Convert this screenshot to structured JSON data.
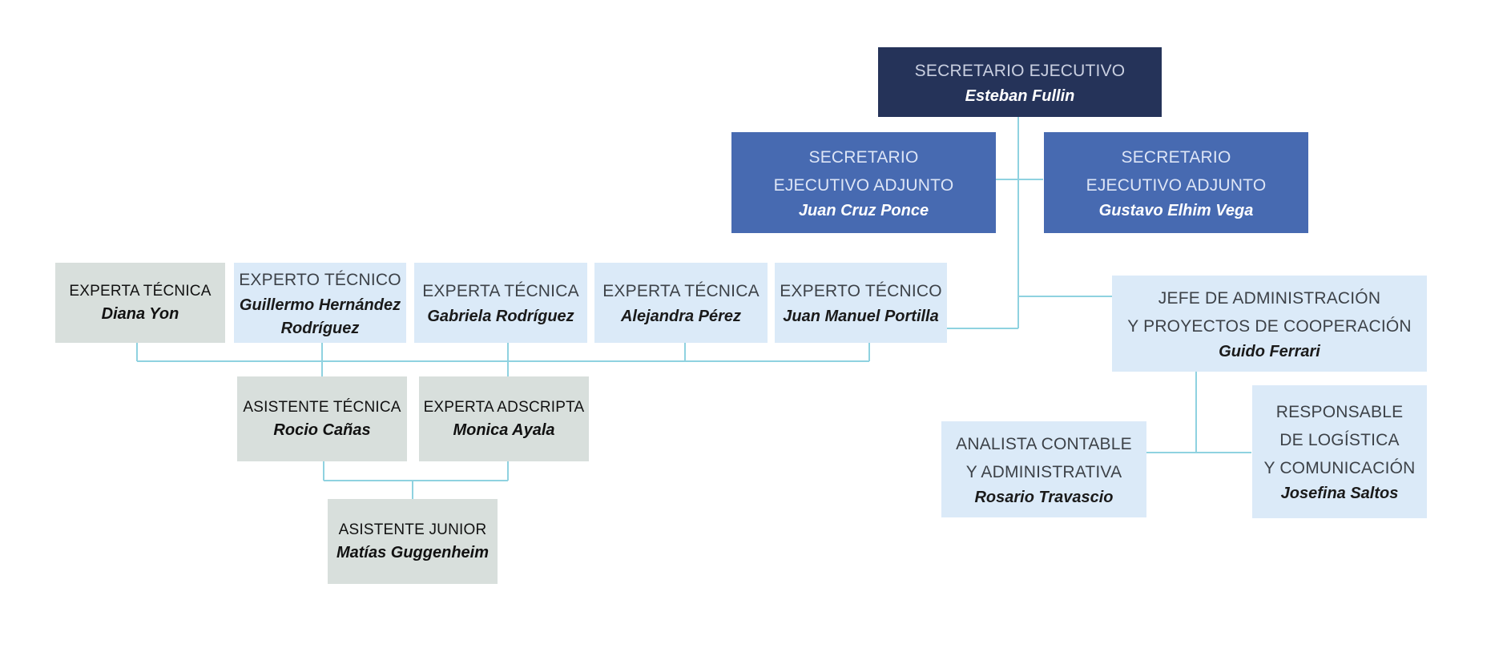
{
  "org": {
    "secretario_ejecutivo": {
      "role": [
        "SECRETARIO EJECUTIVO"
      ],
      "name": [
        "Esteban Fullin"
      ]
    },
    "adjunto_1": {
      "role": [
        "SECRETARIO",
        "EJECUTIVO ADJUNTO"
      ],
      "name": [
        "Juan Cruz Ponce"
      ]
    },
    "adjunto_2": {
      "role": [
        "SECRETARIO",
        "EJECUTIVO ADJUNTO"
      ],
      "name": [
        "Gustavo Elhim Vega"
      ]
    },
    "jefe_admin": {
      "role": [
        "JEFE DE ADMINISTRACIÓN",
        "Y PROYECTOS DE COOPERACIÓN"
      ],
      "name": [
        "Guido Ferrari"
      ]
    },
    "analista": {
      "role": [
        "ANALISTA CONTABLE",
        "Y ADMINISTRATIVA"
      ],
      "name": [
        "Rosario Travascio"
      ]
    },
    "logistica": {
      "role": [
        "RESPONSABLE",
        "DE LOGÍSTICA",
        "Y COMUNICACIÓN"
      ],
      "name": [
        "Josefina Saltos"
      ]
    },
    "experto_portilla": {
      "role": [
        "EXPERTO TÉCNICO"
      ],
      "name": [
        "Juan Manuel Portilla"
      ]
    },
    "experta_perez": {
      "role": [
        "EXPERTA TÉCNICA"
      ],
      "name": [
        "Alejandra Pérez"
      ]
    },
    "experta_rodriguez": {
      "role": [
        "EXPERTA TÉCNICA"
      ],
      "name": [
        "Gabriela Rodríguez"
      ]
    },
    "experto_hernandez": {
      "role": [
        "EXPERTO TÉCNICO"
      ],
      "name": [
        "Guillermo Hernández",
        "Rodríguez"
      ]
    },
    "experta_yon": {
      "role": [
        "EXPERTA TÉCNICA"
      ],
      "name": [
        "Diana Yon"
      ]
    },
    "asistente_tecnica": {
      "role": [
        "ASISTENTE TÉCNICA"
      ],
      "name": [
        "Rocio Cañas"
      ]
    },
    "experta_adscripta": {
      "role": [
        "EXPERTA ADSCRIPTA"
      ],
      "name": [
        "Monica Ayala"
      ]
    },
    "asistente_junior": {
      "role": [
        "ASISTENTE JUNIOR"
      ],
      "name": [
        "Matías Guggenheim"
      ]
    }
  },
  "colors": {
    "top": "#253359",
    "adjunto": "#476ab1",
    "staff": "#dbeaf8",
    "assistant": "#d8dfdc",
    "connector": "#8fd2e0"
  }
}
